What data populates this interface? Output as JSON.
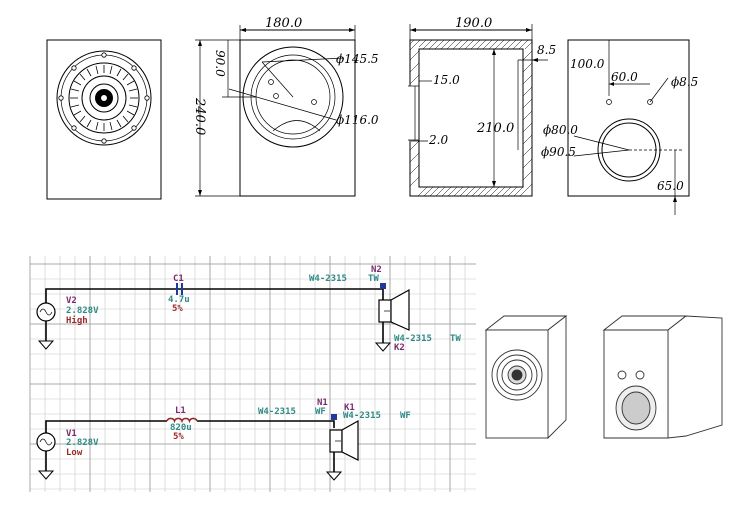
{
  "front_view": {
    "label": "front-view"
  },
  "side_view": {
    "width": "180.0",
    "height": "240.0",
    "offset": "90.0",
    "outer_dia": "ϕ145.5",
    "inner_dia": "ϕ116.0"
  },
  "section_view": {
    "width": "190.0",
    "height": "210.0",
    "wall": "15.0",
    "gap": "2.0",
    "offset": "8.5"
  },
  "rear_view": {
    "top_offset": "100.0",
    "terminal_spacing": "60.0",
    "terminal_dia": "ϕ8.5",
    "port_inner": "ϕ80.0",
    "port_outer": "ϕ90.5",
    "port_height": "65.0"
  },
  "schematic": {
    "v2": {
      "name": "V2",
      "voltage": "2.828V",
      "level": "High"
    },
    "c1": {
      "name": "C1",
      "value": "4.7u",
      "tol": "5%"
    },
    "n2": {
      "name": "N2",
      "type": "TW",
      "model": "W4-2315"
    },
    "k2": {
      "name": "K2",
      "model": "W4-2315",
      "type": "TW"
    },
    "v1": {
      "name": "V1",
      "voltage": "2.828V",
      "level": "Low"
    },
    "l1": {
      "name": "L1",
      "value": "820u",
      "tol": "5%"
    },
    "n1": {
      "name": "N1",
      "type": "WF",
      "model": "W4-2315"
    },
    "k1": {
      "name": "K1",
      "model": "W4-2315",
      "type": "WF"
    }
  }
}
